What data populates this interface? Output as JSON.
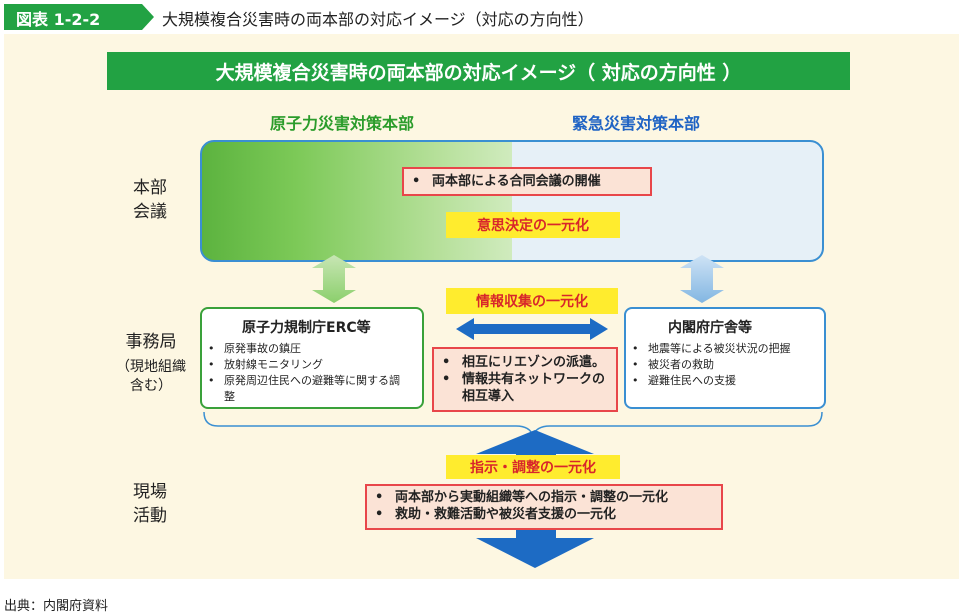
{
  "figure": {
    "tag": "図表 1-2-2",
    "title": "大規模複合災害時の両本部の対応イメージ（対応の方向性）"
  },
  "diagram": {
    "title": "大規模複合災害時の両本部の対応イメージ（ 対応の方向性 ）",
    "headquarters": {
      "nuclear": "原子力災害対策本部",
      "emergency": "緊急災害対策本部"
    },
    "rows": {
      "meeting": "本部\n会議",
      "secretariat": "事務局",
      "secretariat_note": "（現地組織\n含む）",
      "field": "現場\n活動"
    },
    "meeting": {
      "item": "両本部による合同会議の開催",
      "badge": "意思決定の一元化"
    },
    "nra_box": {
      "title": "原子力規制庁ERC等",
      "items": [
        "原発事故の鎮圧",
        "放射線モニタリング",
        "原発周辺住民への避難等に関する調整"
      ]
    },
    "cabinet_box": {
      "title": "内閣府庁舎等",
      "items": [
        "地震等による被災状況の把握",
        "被災者の救助",
        "避難住民への支援"
      ]
    },
    "info": {
      "badge": "情報収集の一元化",
      "items": [
        "相互にリエゾンの派遣。",
        "情報共有ネットワークの相互導入"
      ]
    },
    "field": {
      "badge": "指示・調整の一元化",
      "items": [
        "両本部から実動組織等への指示・調整の一元化",
        "救助・救難活動や被災者支援の一元化"
      ]
    }
  },
  "source": "出典：内閣府資料",
  "colors": {
    "accent_green": "#22a243",
    "nuclear_green": "#2b9c2b",
    "emergency_blue": "#1f63c4",
    "badge_yellow": "#ffec2e",
    "badge_red_text": "#d8262b",
    "panel_bg": "#fdf7e2"
  }
}
